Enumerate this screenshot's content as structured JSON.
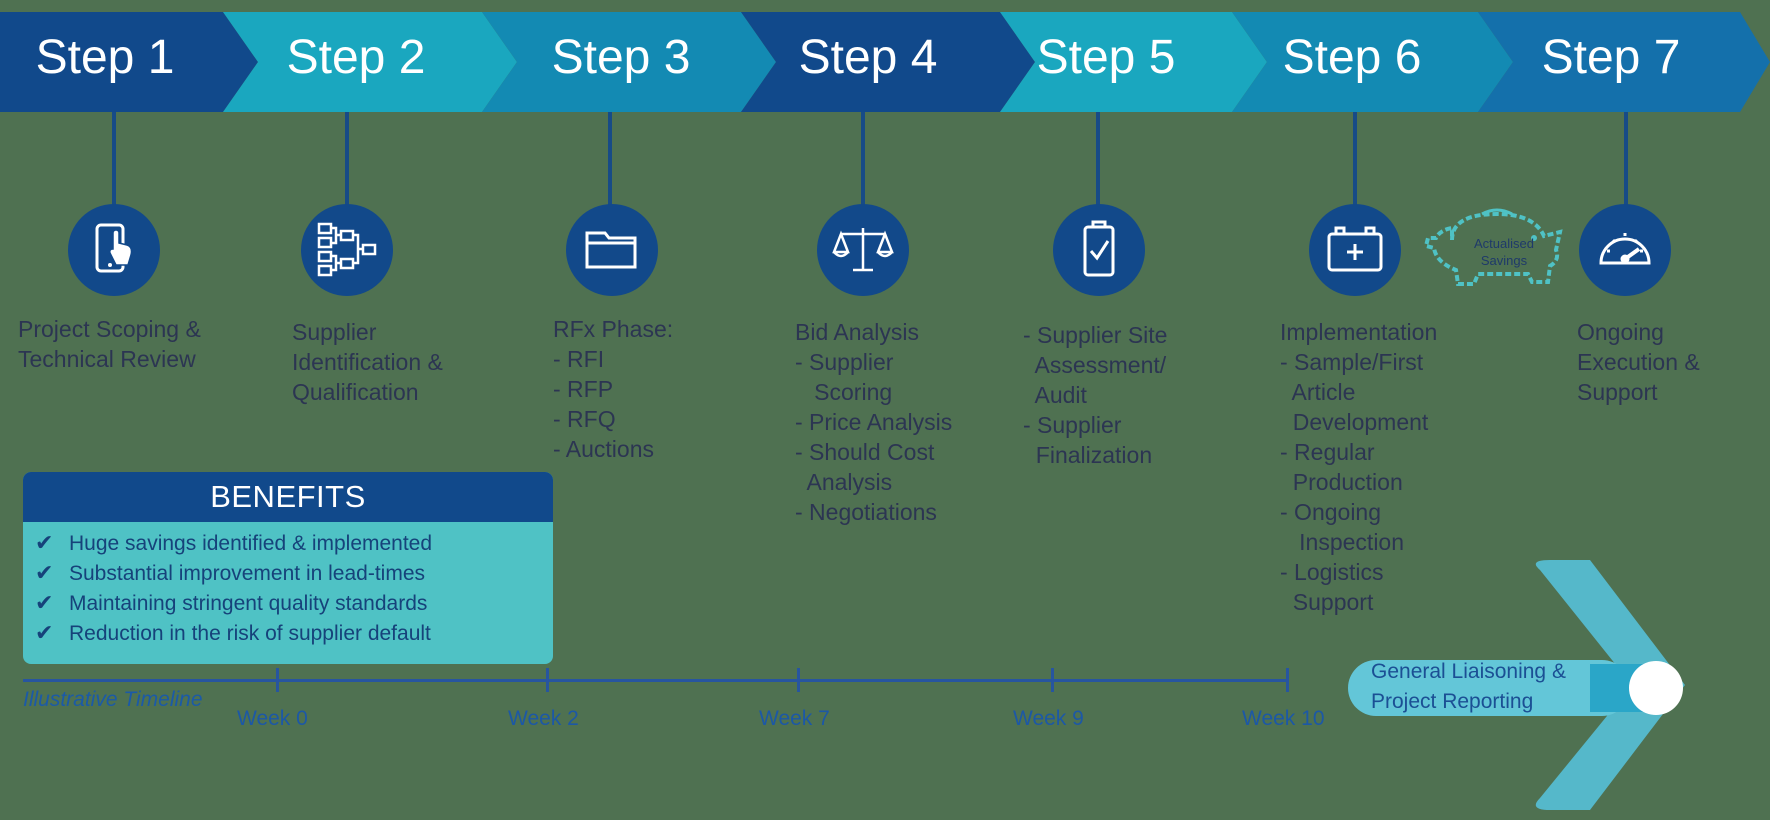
{
  "steps": [
    {
      "label": "Step 1",
      "description": "Project Scoping &\nTechnical Review",
      "icon": "tablet-touch-icon"
    },
    {
      "label": "Step 2",
      "description": "Supplier\nIdentification &\nQualification",
      "icon": "org-chart-icon"
    },
    {
      "label": "Step 3",
      "description": "RFx Phase:\n- RFI\n- RFP\n- RFQ\n- Auctions",
      "icon": "folder-icon"
    },
    {
      "label": "Step 4",
      "description": "Bid Analysis\n- Supplier\n   Scoring\n- Price Analysis\n- Should Cost\n  Analysis\n- Negotiations",
      "icon": "scales-icon"
    },
    {
      "label": "Step 5",
      "description": "- Supplier Site\n  Assessment/\n  Audit\n- Supplier\n  Finalization",
      "icon": "battery-check-icon"
    },
    {
      "label": "Step 6",
      "description": "Implementation\n- Sample/First\n  Article\n  Development\n- Regular\n  Production\n- Ongoing\n   Inspection\n- Logistics\n  Support",
      "icon": "first-aid-kit-icon"
    },
    {
      "label": "Step 7",
      "description": "Ongoing\nExecution &\nSupport",
      "icon": "speedometer-icon"
    }
  ],
  "savings_badge": {
    "text": "Actualised\nSavings",
    "icon": "piggy-bank-icon"
  },
  "benefits": {
    "title": "BENEFITS",
    "items": [
      "Huge savings identified & implemented",
      "Substantial improvement in lead-times",
      "Maintaining stringent quality standards",
      "Reduction in the risk of supplier default"
    ]
  },
  "timeline": {
    "label": "Illustrative Timeline",
    "weeks": [
      "Week 0",
      "Week 2",
      "Week 7",
      "Week 9",
      "Week 10"
    ]
  },
  "liaison": {
    "text": "General Liaisoning &\nProject Reporting"
  },
  "colors": {
    "dark_blue": "#11498b",
    "teal": "#1aa7bf",
    "light_teal": "#4fc2c5",
    "background": "#4f7151"
  }
}
